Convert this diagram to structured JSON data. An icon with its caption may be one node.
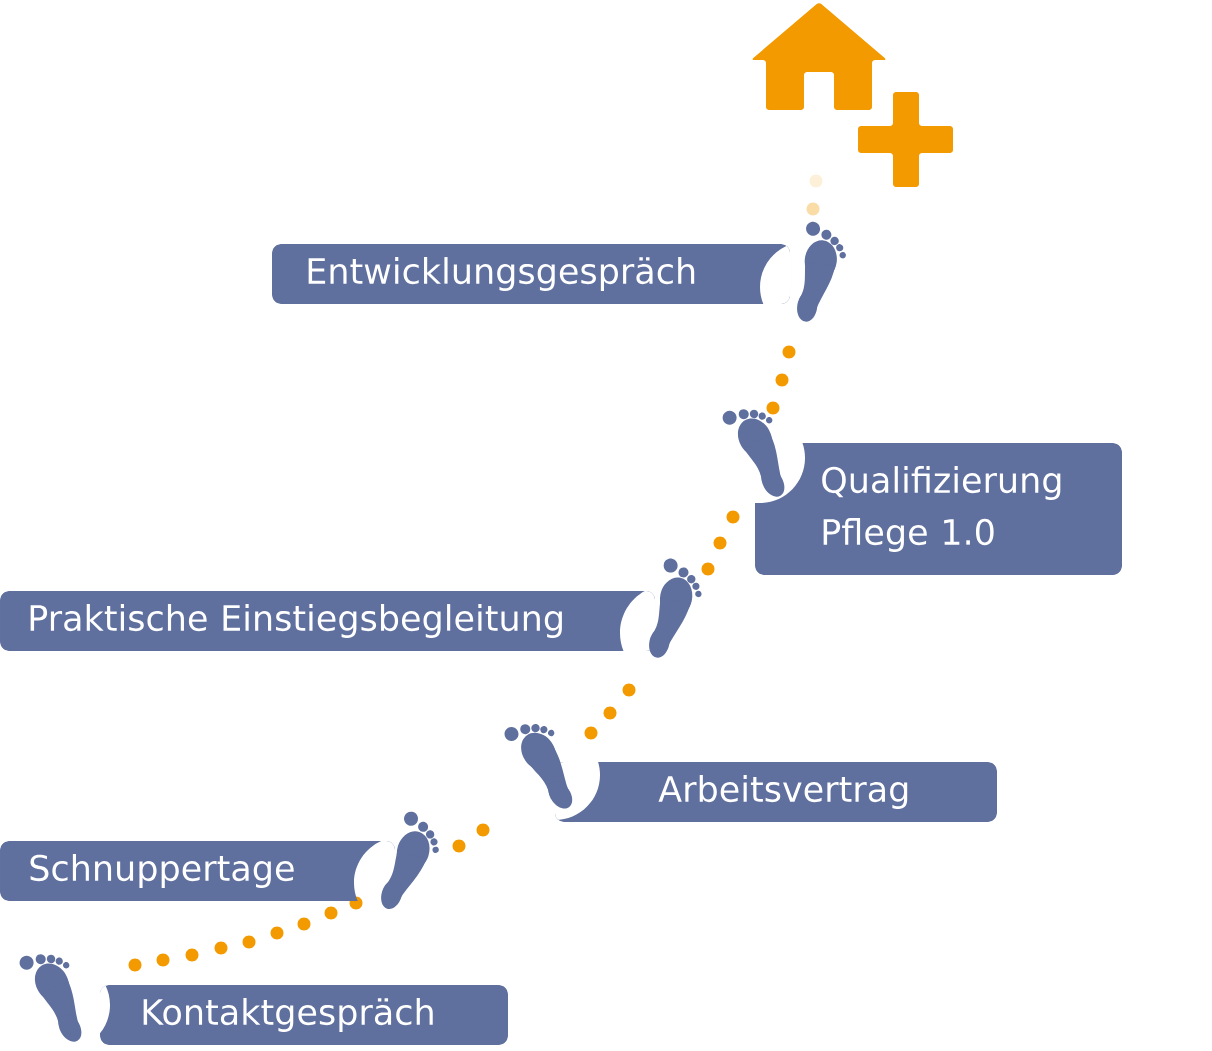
{
  "diagram": {
    "nodes": [
      {
        "text": [
          "Entwicklungsgespräch"
        ]
      },
      {
        "text": [
          "Qualifizierung Pflege 1.0"
        ]
      },
      {
        "text": [
          "Praktische Einstiegsbegleitung"
        ]
      },
      {
        "text": [
          "Arbeitsvertrag"
        ]
      },
      {
        "text": [
          "Schnuppertage"
        ]
      },
      {
        "text": [
          "Kontaktgespräch"
        ]
      }
    ]
  }
}
